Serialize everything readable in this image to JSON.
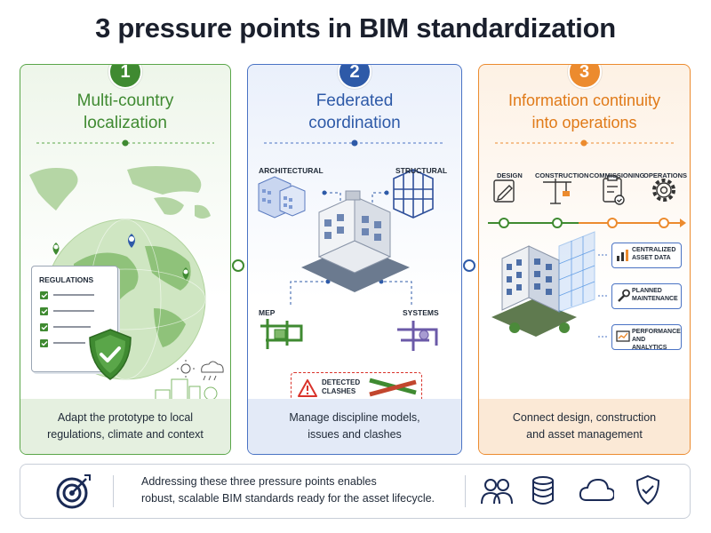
{
  "title": "3 pressure points in BIM standardization",
  "colors": {
    "green": "#5aa649",
    "blue": "#2e5aa8",
    "orange": "#ec8b2e",
    "dark": "#1a1f2c"
  },
  "panels": [
    {
      "number": "1",
      "title_lines": [
        "Multi-country",
        "localization"
      ],
      "regulations_label": "REGULATIONS",
      "description_lines": [
        "Adapt the prototype to local",
        "regulations, climate and context"
      ]
    },
    {
      "number": "2",
      "title_lines": [
        "Federated",
        "coordination"
      ],
      "models": [
        "ARCHITECTURAL",
        "STRUCTURAL",
        "MEP",
        "SYSTEMS"
      ],
      "clash_label_lines": [
        "DETECTED",
        "CLASHES"
      ],
      "description_lines": [
        "Manage discipline models,",
        "issues and clashes"
      ]
    },
    {
      "number": "3",
      "title_lines": [
        "Information continuity",
        "into operations"
      ],
      "phases": [
        "DESIGN",
        "CONSTRUCTION",
        "COMMISSIONING",
        "OPERATIONS"
      ],
      "outputs": [
        {
          "lines": [
            "CENTRALIZED",
            "ASSET DATA"
          ],
          "icon": "bar-chart-icon"
        },
        {
          "lines": [
            "PLANNED",
            "MAINTENANCE"
          ],
          "icon": "wrench-icon"
        },
        {
          "lines": [
            "PERFORMANCE",
            "AND ANALYTICS"
          ],
          "icon": "analytics-icon"
        }
      ],
      "description_lines": [
        "Connect design, construction",
        "and asset management"
      ]
    }
  ],
  "footer": {
    "text_lines": [
      "Addressing these three pressure points enables",
      "robust, scalable BIM standards ready for the asset lifecycle."
    ],
    "icons": [
      "target-icon",
      "people-icon",
      "database-icon",
      "cloud-icon",
      "shield-icon"
    ]
  }
}
